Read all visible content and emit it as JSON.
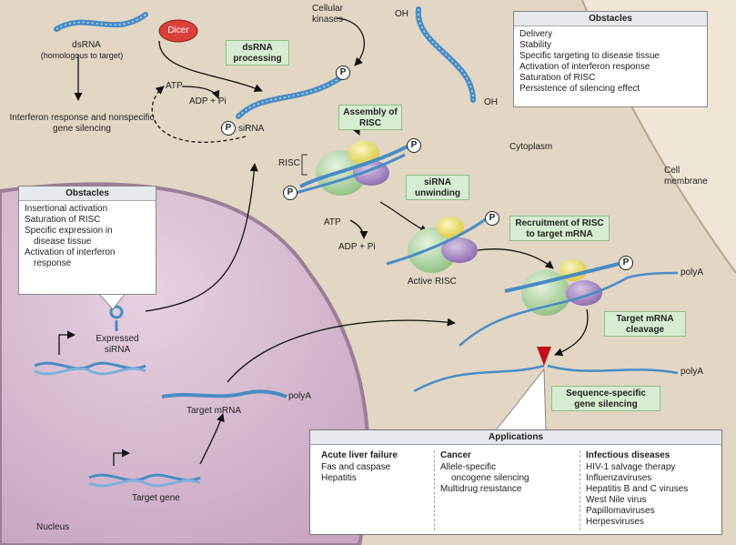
{
  "labels": {
    "dsrna": "dsRNA",
    "dsrna_sub": "(homologous to target)",
    "dicer": "Dicer",
    "cellular_kinases": "Cellular kinases",
    "oh_top": "OH",
    "oh_bottom": "OH",
    "atp_1": "ATP",
    "adp_pi_1": "ADP + Pi",
    "sirna": "siRNA",
    "interferon_response": "Interferon response and nonspecific gene silencing",
    "risc": "RISC",
    "cytoplasm": "Cytoplasm",
    "cell_membrane": "Cell membrane",
    "atp_2": "ATP",
    "adp_pi_2": "ADP + Pi",
    "active_risc": "Active RISC",
    "polya_1": "polyA",
    "polya_2": "polyA",
    "polya_3": "polyA",
    "expressed_sirna": "Expressed siRNA",
    "target_mrna": "Target mRNA",
    "target_gene": "Target gene",
    "nucleus": "Nucleus",
    "p": "P"
  },
  "steps": {
    "dsrna_processing": "dsRNA processing",
    "assembly_risc": "Assembly of RISC",
    "sirna_unwinding": "siRNA unwinding",
    "recruitment": "Recruitment of RISC to target mRNA",
    "cleavage": "Target mRNA cleavage",
    "silencing": "Sequence-specific gene silencing"
  },
  "obstacles_cytoplasm": {
    "title": "Obstacles",
    "items": [
      "Delivery",
      "Stability",
      "Specific targeting to disease tissue",
      "Activation of interferon response",
      "Saturation of RISC",
      "Persistence of silencing effect"
    ]
  },
  "obstacles_nucleus": {
    "title": "Obstacles",
    "items": [
      "Insertional activation",
      "Saturation of RISC",
      "Specific expression in",
      "disease tissue",
      "Activation of interferon",
      "response"
    ]
  },
  "applications": {
    "title": "Applications",
    "columns": [
      {
        "title": "Acute liver failure",
        "items": [
          "Fas and caspase",
          "Hepatitis"
        ]
      },
      {
        "title": "Cancer",
        "items": [
          "Allele-specific",
          "oncogene silencing",
          "Multidrug resistance"
        ]
      },
      {
        "title": "Infectious diseases",
        "items": [
          "HIV-1 salvage therapy",
          "Influenzaviruses",
          "Hepatitis B and C viruses",
          "West Nile virus",
          "Papillomaviruses",
          "Herpesviruses"
        ]
      }
    ]
  },
  "colors": {
    "cytoplasm": "#ede2d2",
    "nucleus": "#d9c2d4",
    "rna_strand": "#4a8cc4",
    "dicer": "#d9413a",
    "risc_green": "#b9d9ae",
    "risc_yellow": "#efe36c",
    "risc_purple": "#a98ac2",
    "cleavage_marker": "#c0101a",
    "step_box": "#d7ecd2"
  }
}
